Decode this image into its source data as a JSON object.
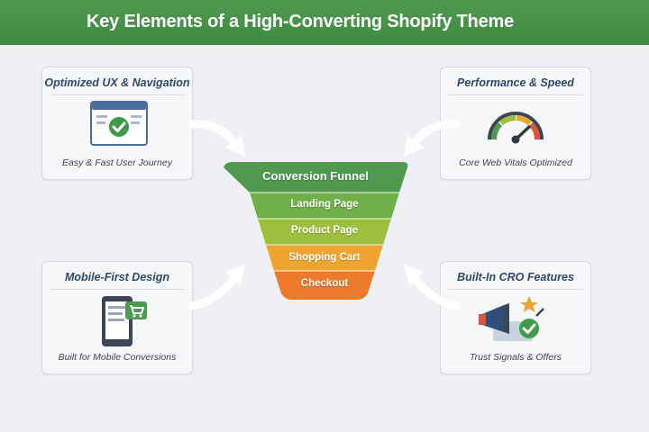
{
  "header": {
    "title": "Key Elements of a High-Converting Shopify Theme"
  },
  "funnel": {
    "title": "Conversion Funnel",
    "stages": [
      "Landing Page",
      "Product Page",
      "Shopping Cart",
      "Checkout"
    ],
    "colors": [
      "#4f9a4f",
      "#6fb04a",
      "#9cbf3e",
      "#f0a430",
      "#ec7a2c"
    ]
  },
  "cards": {
    "top_left": {
      "title": "Optimized UX & Navigation",
      "caption": "Easy & Fast User Journey",
      "icon": "browser-check-icon"
    },
    "top_right": {
      "title": "Performance & Speed",
      "caption": "Core Web Vitals Optimized",
      "icon": "speedometer-icon"
    },
    "bottom_left": {
      "title": "Mobile-First Design",
      "caption": "Built for Mobile Conversions",
      "icon": "mobile-cart-icon"
    },
    "bottom_right": {
      "title": "Built-In CRO Features",
      "caption": "Trust Signals & Offers",
      "icon": "megaphone-badge-icon"
    }
  }
}
